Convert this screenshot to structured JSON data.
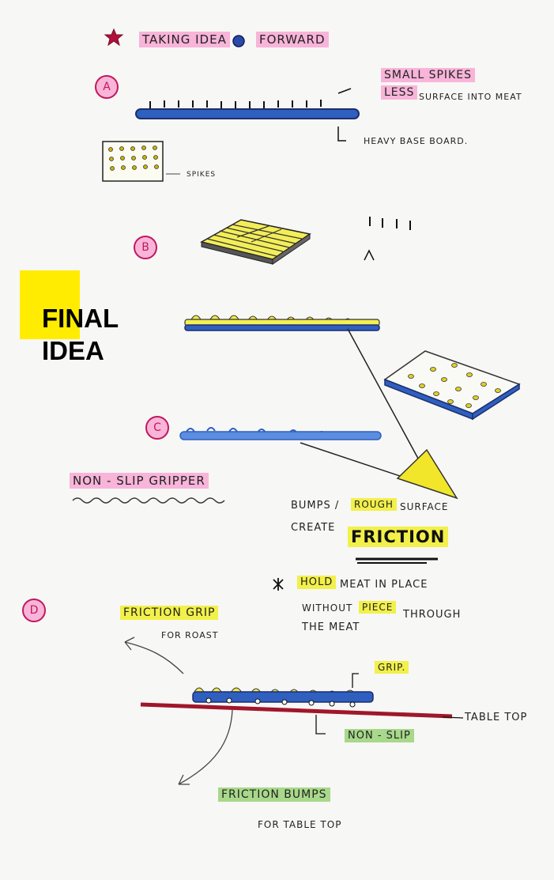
{
  "heading": {
    "text_a": "TAKING IDEA",
    "text_b": "FORWARD"
  },
  "sections": {
    "a": "A",
    "b": "B",
    "c": "C",
    "d": "D"
  },
  "section_a": {
    "small_spikes": "SMALL SPIKES",
    "less": "LESS",
    "surface_into_meat": "SURFACE INTO MEAT",
    "heavy_base": "HEAVY BASE BOARD.",
    "spikes": "SPIKES"
  },
  "final": {
    "line1": "FINAL",
    "line2": "IDEA"
  },
  "section_c": {
    "non_slip_gripper": "NON - SLIP GRIPPER",
    "bumps": "BUMPS /",
    "rough": "ROUGH",
    "surface": "SURFACE",
    "create": "CREATE",
    "friction": "FRICTION",
    "hold": "HOLD",
    "meat_in_place": "MEAT IN PLACE",
    "without": "WITHOUT",
    "piece": "PIECE",
    "through": "THROUGH",
    "the_meat": "THE MEAT"
  },
  "section_d": {
    "friction_grip": "FRICTION GRIP",
    "for_roast": "FOR ROAST",
    "grip": "GRIP.",
    "table_top": "TABLE TOP",
    "non_slip": "NON - SLIP",
    "friction_bumps": "FRICTION BUMPS",
    "for_table_top": "FOR TABLE TOP"
  },
  "colors": {
    "pink": "#f8b4d9",
    "yellow": "#f2f04a",
    "green": "#a8d88a",
    "blue": "#2f5fbf",
    "red": "#a0162a"
  }
}
